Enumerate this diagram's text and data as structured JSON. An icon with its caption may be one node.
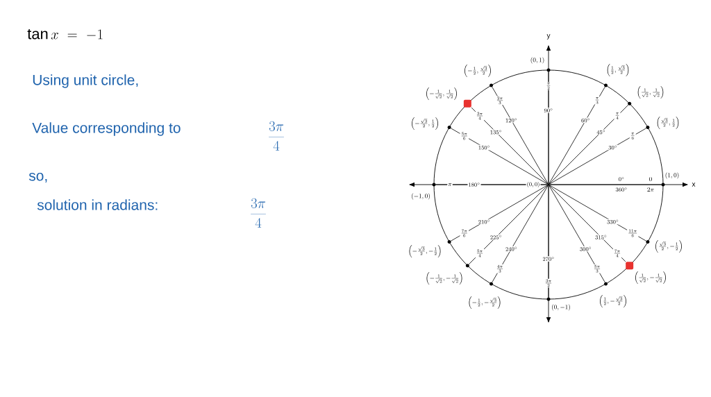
{
  "diagram": {
    "nodes": [
      {
        "text": [],
        "shape": "circle",
        "beside": [
          "(0,0)"
        ]
      },
      {
        "text": [],
        "shape": "circle",
        "beside": [
          "(1,0)",
          "0",
          "2\\pi"
        ]
      },
      {
        "text": [],
        "shape": "circle",
        "beside": [
          "\\left(\\frac{\\sqrt{3}}{2},\\frac{1}{2}\\right)",
          "\\frac{\\pi}{6}"
        ]
      },
      {
        "text": [],
        "shape": "circle",
        "beside": [
          "\\left(\\frac{1}{\\sqrt{2}},\\frac{1}{\\sqrt{2}}\\right)",
          "\\frac{\\pi}{4}"
        ]
      },
      {
        "text": [],
        "shape": "circle",
        "beside": [
          "\\left(\\frac{1}{2},\\frac{\\sqrt{3}}{2}\\right)",
          "\\frac{\\pi}{3}"
        ]
      },
      {
        "text": [],
        "shape": "circle",
        "beside": [
          "(0,1)",
          "\\frac{\\pi}{2}"
        ]
      },
      {
        "text": [],
        "shape": "circle",
        "beside": [
          "\\left(-\\frac{1}{2},\\frac{\\sqrt{3}}{2}\\right)",
          "\\frac{2\\pi}{3}"
        ]
      },
      {
        "text": [],
        "shape": "box",
        "beside": [
          "\\left(-\\frac{1}{\\sqrt{2}},\\frac{1}{\\sqrt{2}}\\right)",
          "\\frac{3\\pi}{4}"
        ]
      },
      {
        "text": [],
        "shape": "circle",
        "beside": [
          "\\left(-\\frac{\\sqrt{3}}{2},\\frac{1}{2}\\right)",
          "\\frac{5\\pi}{6}"
        ]
      },
      {
        "text": [],
        "shape": "circle",
        "beside": [
          "(-1,0)",
          "\\pi"
        ]
      },
      {
        "text": [],
        "shape": "circle",
        "beside": [
          "\\left(-\\frac{\\sqrt{3}}{2},-\\frac{1}{2}\\right)",
          "\\frac{7\\pi}{6}"
        ]
      },
      {
        "text": [],
        "shape": "circle",
        "beside": [
          "\\left(-\\frac{1}{\\sqrt{2}},-\\frac{1}{\\sqrt{2}}\\right)",
          "\\frac{5\\pi}{4}"
        ]
      },
      {
        "text": [],
        "shape": "circle",
        "beside": [
          "\\left(-\\frac{1}{2},-\\frac{\\sqrt{3}}{2}\\right)",
          "\\frac{4\\pi}{3}"
        ]
      },
      {
        "text": [],
        "shape": "circle",
        "beside": [
          "(0,-1)",
          "\\frac{3\\pi}{2}"
        ]
      },
      {
        "text": [],
        "shape": "circle",
        "beside": [
          "\\left(\\frac{1}{2},-\\frac{\\sqrt{3}}{2}\\right)",
          "\\frac{5\\pi}{3}"
        ]
      },
      {
        "text": [],
        "shape": "box",
        "beside": [
          "\\left(\\frac{1}{\\sqrt{2}},-\\frac{1}{\\sqrt{2}}\\right)",
          "\\frac{7\\pi}{4}"
        ]
      },
      {
        "text": [],
        "shape": "circle",
        "beside": [
          "\\left(\\frac{\\sqrt{3}}{2},-\\frac{1}{2}\\right)",
          "\\frac{11\\pi}{6}"
        ]
      }
    ],
    "edges": [
      {
        "from": 0,
        "to": 1,
        "arrow": "none",
        "label": "0^\\circ"
      },
      {
        "from": 0,
        "to": 2,
        "arrow": "none",
        "label": "30^\\circ"
      },
      {
        "from": 0,
        "to": 3,
        "arrow": "none",
        "label": "45^\\circ"
      },
      {
        "from": 0,
        "to": 4,
        "arrow": "none",
        "label": "60^\\circ"
      },
      {
        "from": 0,
        "to": 5,
        "arrow": "none",
        "label": "90^\\circ"
      },
      {
        "from": 0,
        "to": 6,
        "arrow": "none",
        "label": "120^\\circ"
      },
      {
        "from": 0,
        "to": 7,
        "arrow": "none",
        "label": "135^\\circ"
      },
      {
        "from": 0,
        "to": 8,
        "arrow": "none",
        "label": "150^\\circ"
      },
      {
        "from": 0,
        "to": 9,
        "arrow": "none",
        "label": "180^\\circ"
      },
      {
        "from": 0,
        "to": 10,
        "arrow": "none",
        "label": "210^\\circ"
      },
      {
        "from": 0,
        "to": 11,
        "arrow": "none",
        "label": "225^\\circ"
      },
      {
        "from": 0,
        "to": 12,
        "arrow": "none",
        "label": "240^\\circ"
      },
      {
        "from": 0,
        "to": 13,
        "arrow": "none",
        "label": "270^\\circ"
      },
      {
        "from": 0,
        "to": 14,
        "arrow": "none",
        "label": "300^\\circ"
      },
      {
        "from": 0,
        "to": 15,
        "arrow": "none",
        "label": "315^\\circ"
      },
      {
        "from": 0,
        "to": 16,
        "arrow": "none",
        "label": "330^\\circ"
      }
    ],
    "labels": [
      "\\tan x\\ =\\ -1",
      "Using unit circle,",
      "Value corresponding to",
      "\\frac{3\\pi}{4}",
      "so,",
      "solution in radians:",
      "\\frac{3\\pi}{4}",
      "360^\\circ",
      "y",
      "x"
    ]
  }
}
